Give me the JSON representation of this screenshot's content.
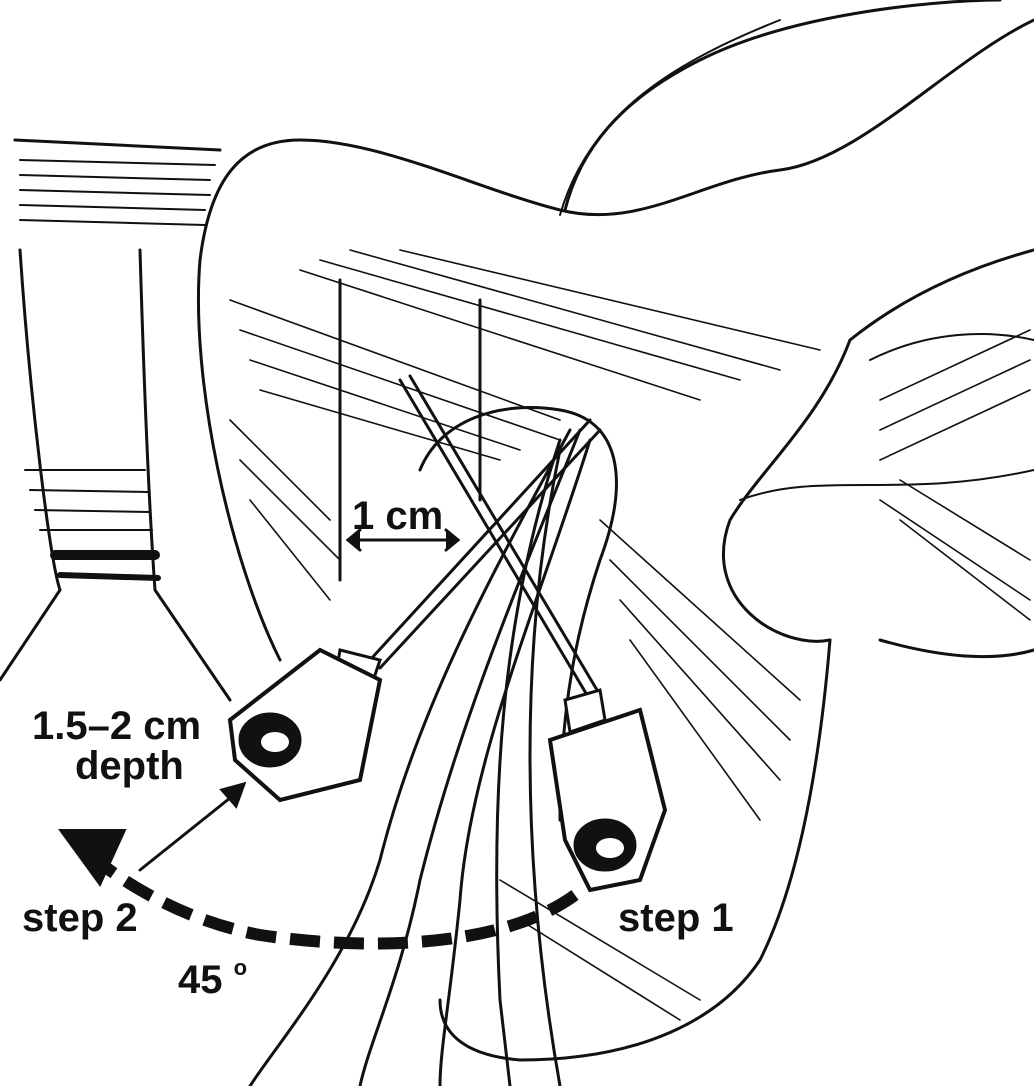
{
  "figure": {
    "labels": {
      "distance": "1 cm",
      "depth_value": "1.5–2 cm",
      "depth_word": "depth",
      "step2": "step 2",
      "step1": "step 1",
      "angle": "45",
      "angle_unit": "o"
    },
    "colors": {
      "ink": "#111111",
      "background": "#ffffff"
    }
  }
}
